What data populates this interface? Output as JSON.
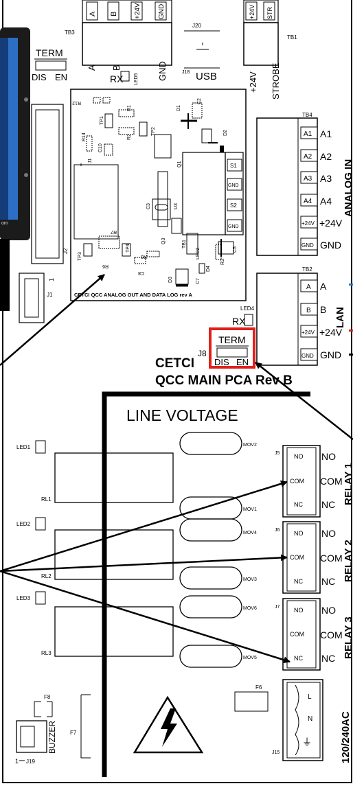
{
  "colors": {
    "highlight": "#e0201b",
    "lan_blue": "#1f7ad6",
    "lan_red": "#e0201b",
    "device_blue": "#1d4f9a"
  },
  "top_header_labels": [
    "A",
    "B",
    "+24V",
    "GND"
  ],
  "tb3": {
    "label": "TB3",
    "pins": [
      "A",
      "B",
      "GND"
    ],
    "led": "LED5",
    "rx": "RX"
  },
  "j20": {
    "label": "J20",
    "connector": "J18",
    "usb": "USB"
  },
  "tb1": {
    "label": "TB1",
    "header": [
      "+24V",
      "STR"
    ],
    "pins": [
      "+24V",
      "STROBE"
    ]
  },
  "term_left": {
    "title": "TERM",
    "dis": "DIS",
    "en": "EN"
  },
  "daughter_board": {
    "components": [
      "R12",
      "R1",
      "R2",
      "TP1",
      "TP2",
      "D1",
      "C2",
      "D2",
      "Q1",
      "R14",
      "C10",
      "J1",
      "U3",
      "C3",
      "Q3",
      "R7",
      "R6",
      "R8",
      "C8",
      "TP3",
      "TP4",
      "TB1",
      "LED2",
      "D4",
      "C5",
      "R3",
      "C7",
      "D3",
      "J2"
    ],
    "terminals": [
      "S1",
      "GND",
      "S2",
      "GND"
    ],
    "caption": "CETCI QCC ANALOG OUT AND DATA LOG rev A"
  },
  "left_parts": {
    "j2": "J2",
    "j1": "J1",
    "one": "1"
  },
  "tb4": {
    "label": "TB4",
    "pins": [
      "A1",
      "A2",
      "A3",
      "A4",
      "+24V",
      "GND"
    ],
    "outer": [
      "A1",
      "A2",
      "A3",
      "A4",
      "+24V",
      "GND"
    ],
    "group": "ANALOG IN"
  },
  "tb2": {
    "label": "TB2",
    "pins": [
      "A",
      "B",
      "+24V",
      "GND"
    ],
    "outer": [
      "A",
      "B",
      "+24V",
      "GND"
    ],
    "group": "LAN"
  },
  "j8": {
    "led": "LED4",
    "rx": "RX",
    "label": "J8",
    "title": "TERM",
    "dis": "DIS",
    "en": "EN"
  },
  "board_title": [
    "CETCI",
    "QCC MAIN PCA Rev B"
  ],
  "line_voltage": "LINE VOLTAGE",
  "relays": [
    {
      "led": "LED1",
      "rl": "RL1",
      "mov_top": "MOV2",
      "mov_bot": "MOV1",
      "j": "J5",
      "pins": [
        "NO",
        "COM",
        "NC"
      ],
      "outer": [
        "NO",
        "COM",
        "NC"
      ],
      "name": "RELAY 1"
    },
    {
      "led": "LED2",
      "rl": "RL2",
      "mov_top": "MOV4",
      "mov_bot": "MOV3",
      "j": "J6",
      "pins": [
        "NO",
        "COM",
        "NC"
      ],
      "outer": [
        "NO",
        "COM",
        "NC"
      ],
      "name": "RELAY 2"
    },
    {
      "led": "LED3",
      "rl": "RL3",
      "mov_top": "MOV6",
      "mov_bot": "MOV5",
      "j": "J7",
      "pins": [
        "NO",
        "COM",
        "NC"
      ],
      "outer": [
        "NO",
        "COM",
        "NC"
      ],
      "name": "RELAY 3"
    }
  ],
  "bottom": {
    "f8": "F8",
    "f7": "F7",
    "f6": "F6",
    "buzzer": "BUZZER",
    "j19": "J19",
    "one": "1",
    "j15": "J15",
    "ac_pins": [
      "L",
      "N"
    ],
    "ac_label": "120/240AC"
  },
  "device_labels": [
    "om"
  ]
}
